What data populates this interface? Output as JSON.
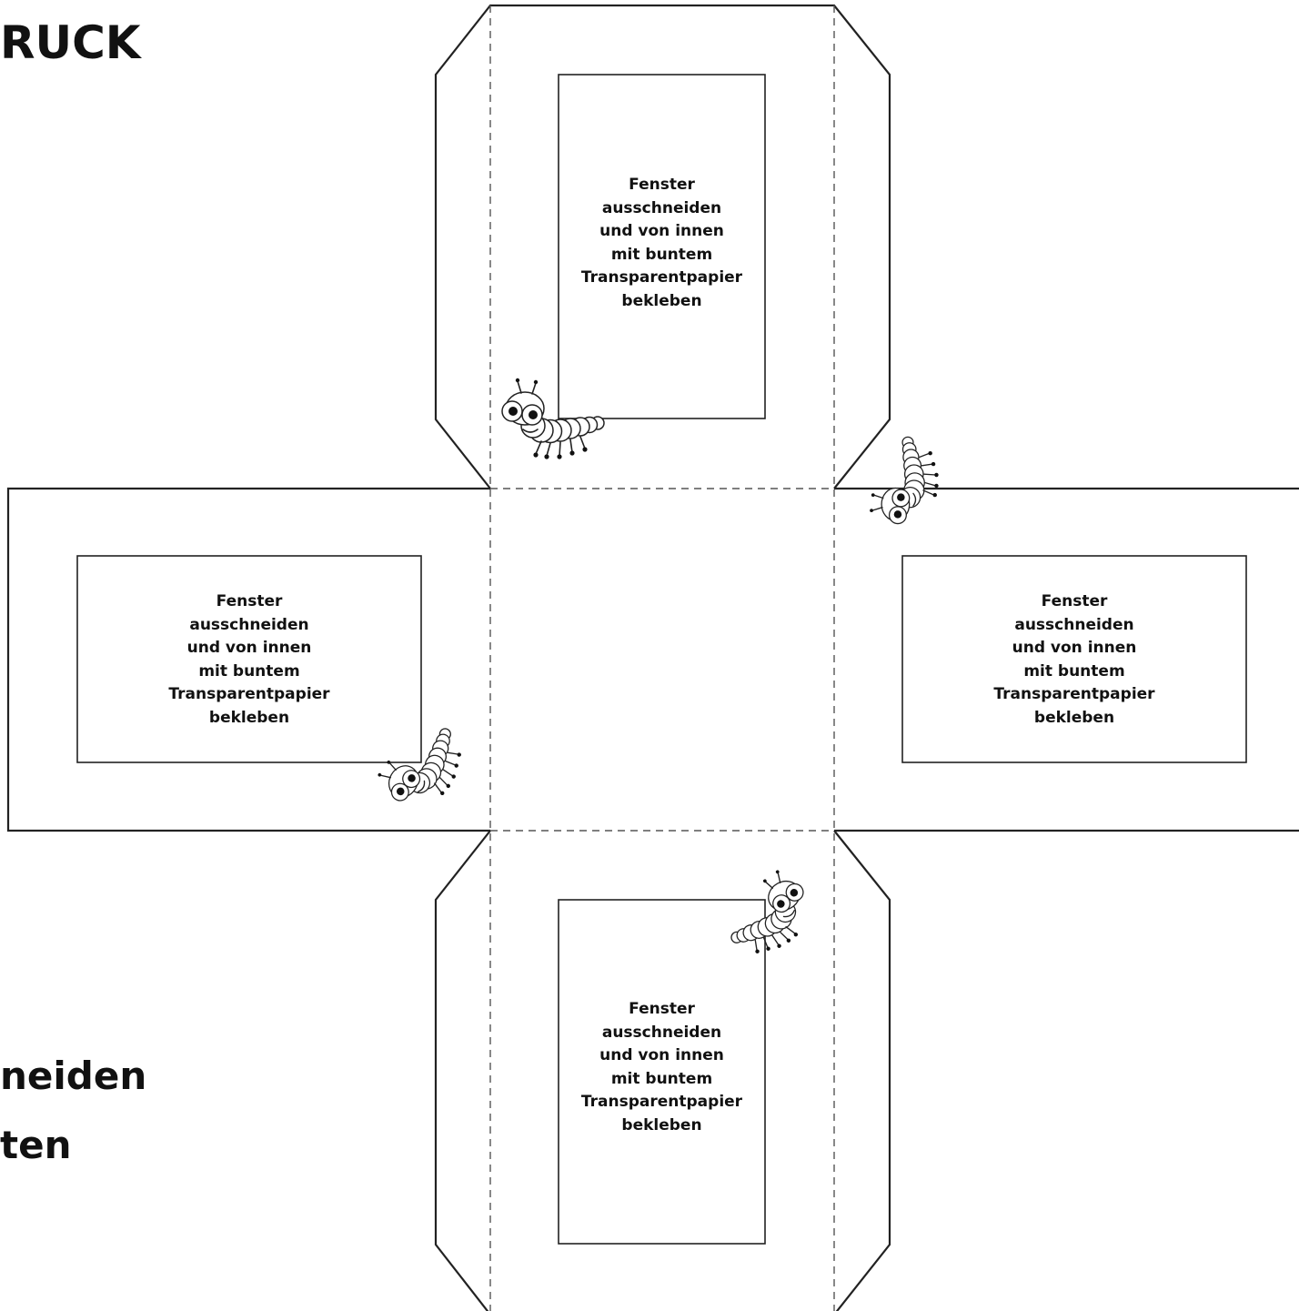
{
  "headings": {
    "top_right_fragment": "RUCK",
    "bottom_line_1_fragment": "neiden",
    "bottom_line_2_fragment": "ten"
  },
  "windows": {
    "top": [
      "Fenster",
      "ausschneiden",
      "und von innen",
      "mit buntem",
      "Transparentpapier",
      "bekleben"
    ],
    "left": [
      "Fenster",
      "ausschneiden",
      "und von innen",
      "mit buntem",
      "Transparentpapier",
      "bekleben"
    ],
    "right": [
      "Fenster",
      "ausschneiden",
      "und von innen",
      "mit buntem",
      "Transparentpapier",
      "bekleben"
    ],
    "bottom": [
      "Fenster",
      "ausschneiden",
      "und von innen",
      "mit buntem",
      "Transparentpapier",
      "bekleben"
    ]
  },
  "illustrations": [
    "worm-illustration",
    "worm-illustration",
    "worm-illustration",
    "worm-illustration"
  ],
  "colors": {
    "line": "#222222",
    "fold_line": "#555555",
    "paper": "#ffffff",
    "text": "#111111"
  }
}
